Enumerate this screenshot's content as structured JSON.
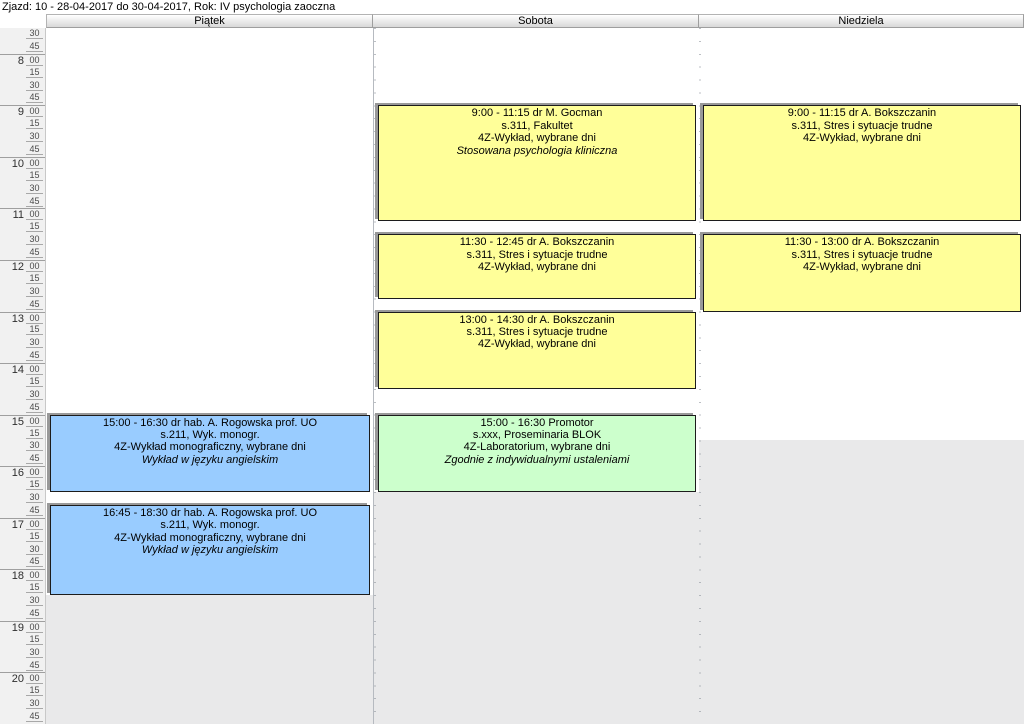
{
  "title": "Zjazd: 10 - 28-04-2017 do 30-04-2017, Rok: IV psychologia zaoczna",
  "columns": [
    {
      "id": "piatek",
      "label": "Piątek",
      "active_until": "18:30"
    },
    {
      "id": "sobota",
      "label": "Sobota",
      "active_until": "16:30"
    },
    {
      "id": "niedziela",
      "label": "Niedziela",
      "active_until": "15:30"
    }
  ],
  "time_axis": {
    "start": "7:30",
    "end": "21:00",
    "leading_minutes": [
      "30",
      "45"
    ],
    "hours": [
      "8",
      "9",
      "10",
      "11",
      "12",
      "13",
      "14",
      "15",
      "16",
      "17",
      "18",
      "19",
      "20"
    ],
    "minute_labels": [
      "00",
      "15",
      "30",
      "45"
    ]
  },
  "colors": {
    "lecture": "#FFFF99",
    "monograph": "#99CCFF",
    "lab": "#CCFFCC"
  },
  "events": [
    {
      "day": "piatek",
      "start": "15:00",
      "end": "16:30",
      "color": "monograph",
      "lines": [
        "15:00 - 16:30 dr hab. A. Rogowska prof. UO",
        "s.211, Wyk. monogr.",
        "4Z-Wykład monograficzny, wybrane dni"
      ],
      "note": "Wykład w języku angielskim"
    },
    {
      "day": "piatek",
      "start": "16:45",
      "end": "18:30",
      "color": "monograph",
      "lines": [
        "16:45 - 18:30 dr hab. A. Rogowska prof. UO",
        "s.211, Wyk. monogr.",
        "4Z-Wykład monograficzny, wybrane dni"
      ],
      "note": "Wykład w języku angielskim"
    },
    {
      "day": "sobota",
      "start": "9:00",
      "end": "11:15",
      "color": "lecture",
      "lines": [
        "9:00 - 11:15 dr M. Gocman",
        "s.311, Fakultet",
        "4Z-Wykład, wybrane dni"
      ],
      "note": "Stosowana psychologia kliniczna"
    },
    {
      "day": "sobota",
      "start": "11:30",
      "end": "12:45",
      "color": "lecture",
      "lines": [
        "11:30 - 12:45 dr A. Bokszczanin",
        "s.311, Stres i sytuacje trudne",
        "4Z-Wykład, wybrane dni"
      ],
      "note": null
    },
    {
      "day": "sobota",
      "start": "13:00",
      "end": "14:30",
      "color": "lecture",
      "lines": [
        "13:00 - 14:30 dr A. Bokszczanin",
        "s.311, Stres i sytuacje trudne",
        "4Z-Wykład, wybrane dni"
      ],
      "note": null
    },
    {
      "day": "sobota",
      "start": "15:00",
      "end": "16:30",
      "color": "lab",
      "lines": [
        "15:00 - 16:30 Promotor",
        "s.xxx, Proseminaria BLOK",
        "4Z-Laboratorium, wybrane dni"
      ],
      "note": "Zgodnie z indywidualnymi ustaleniami"
    },
    {
      "day": "niedziela",
      "start": "9:00",
      "end": "11:15",
      "color": "lecture",
      "lines": [
        "9:00 - 11:15 dr A. Bokszczanin",
        "s.311, Stres i sytuacje trudne",
        "4Z-Wykład, wybrane dni"
      ],
      "note": null
    },
    {
      "day": "niedziela",
      "start": "11:30",
      "end": "13:00",
      "color": "lecture",
      "lines": [
        "11:30 - 13:00 dr A. Bokszczanin",
        "s.311, Stres i sytuacje trudne",
        "4Z-Wykład, wybrane dni"
      ],
      "note": null
    }
  ]
}
